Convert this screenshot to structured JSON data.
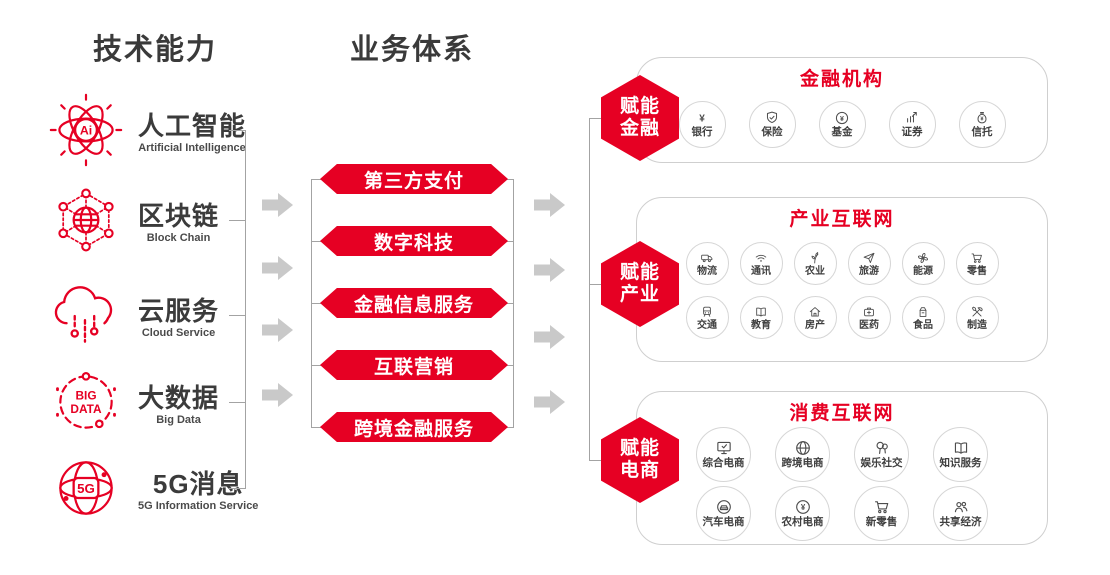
{
  "colors": {
    "red": "#e60023",
    "line_gray": "#a3a3a3",
    "arrow_gray": "#c9c9c9",
    "text_dark": "#3b3b3b",
    "icon_gray": "#4d4d4d",
    "circle_border": "#d6d6d6"
  },
  "headings": {
    "tech": "技术能力",
    "business": "业务体系"
  },
  "tech_capabilities": [
    {
      "label": "人工智能",
      "sublabel": "Artificial Intelligence",
      "icon": "ai-atom"
    },
    {
      "label": "区块链",
      "sublabel": "Block Chain",
      "icon": "blockchain-network"
    },
    {
      "label": "云服务",
      "sublabel": "Cloud Service",
      "icon": "cloud-service"
    },
    {
      "label": "大数据",
      "sublabel": "Big Data",
      "icon": "big-data"
    },
    {
      "label": "5G消息",
      "sublabel": "5G Information Service",
      "icon": "globe-5g"
    }
  ],
  "business_lines": [
    {
      "label": "第三方支付"
    },
    {
      "label": "数字科技"
    },
    {
      "label": "金融信息服务"
    },
    {
      "label": "互联营销"
    },
    {
      "label": "跨境金融服务"
    }
  ],
  "empower_groups": [
    {
      "hexagon": {
        "line1": "赋能",
        "line2": "金融"
      },
      "panel_title": "金融机构",
      "items": [
        {
          "label": "银行",
          "icon": "yen"
        },
        {
          "label": "保险",
          "icon": "shield-check"
        },
        {
          "label": "基金",
          "icon": "coin-yen"
        },
        {
          "label": "证券",
          "icon": "chart-up"
        },
        {
          "label": "信托",
          "icon": "money-bag"
        }
      ]
    },
    {
      "hexagon": {
        "line1": "赋能",
        "line2": "产业"
      },
      "panel_title": "产业互联网",
      "items": [
        {
          "label": "物流",
          "icon": "truck"
        },
        {
          "label": "通讯",
          "icon": "wifi"
        },
        {
          "label": "农业",
          "icon": "wheat"
        },
        {
          "label": "旅游",
          "icon": "paper-plane"
        },
        {
          "label": "能源",
          "icon": "fan"
        },
        {
          "label": "零售",
          "icon": "cart"
        },
        {
          "label": "交通",
          "icon": "train"
        },
        {
          "label": "教育",
          "icon": "book"
        },
        {
          "label": "房产",
          "icon": "house"
        },
        {
          "label": "医药",
          "icon": "medkit"
        },
        {
          "label": "食品",
          "icon": "food-carton"
        },
        {
          "label": "制造",
          "icon": "hammer-wrench"
        }
      ]
    },
    {
      "hexagon": {
        "line1": "赋能",
        "line2": "电商"
      },
      "panel_title": "消费互联网",
      "items": [
        {
          "label": "综合电商",
          "icon": "monitor-check"
        },
        {
          "label": "跨境电商",
          "icon": "globe"
        },
        {
          "label": "娱乐社交",
          "icon": "balloons"
        },
        {
          "label": "知识服务",
          "icon": "book"
        },
        {
          "label": "汽车电商",
          "icon": "car-circle"
        },
        {
          "label": "农村电商",
          "icon": "coin-yen"
        },
        {
          "label": "新零售",
          "icon": "cart"
        },
        {
          "label": "共享经济",
          "icon": "people"
        }
      ]
    }
  ]
}
